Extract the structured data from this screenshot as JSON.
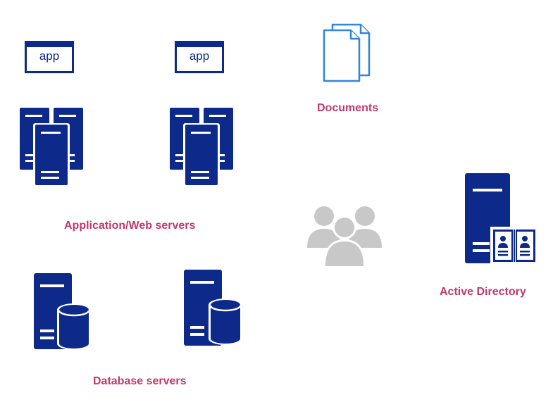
{
  "colors": {
    "server": "#0d2a8a",
    "label": "#c0396b",
    "document": "#2e86de",
    "users": "#c8c8c8"
  },
  "app_windows": [
    {
      "label": "app"
    },
    {
      "label": "app"
    }
  ],
  "labels": {
    "documents": "Documents",
    "app_web_servers": "Application/Web servers",
    "database_servers": "Database servers",
    "active_directory": "Active Directory"
  },
  "icons": {
    "app_window": "app-window-icon",
    "server_cluster": "server-cluster-icon",
    "documents": "documents-icon",
    "users": "users-group-icon",
    "database_server": "database-server-icon",
    "active_directory": "active-directory-icon"
  }
}
